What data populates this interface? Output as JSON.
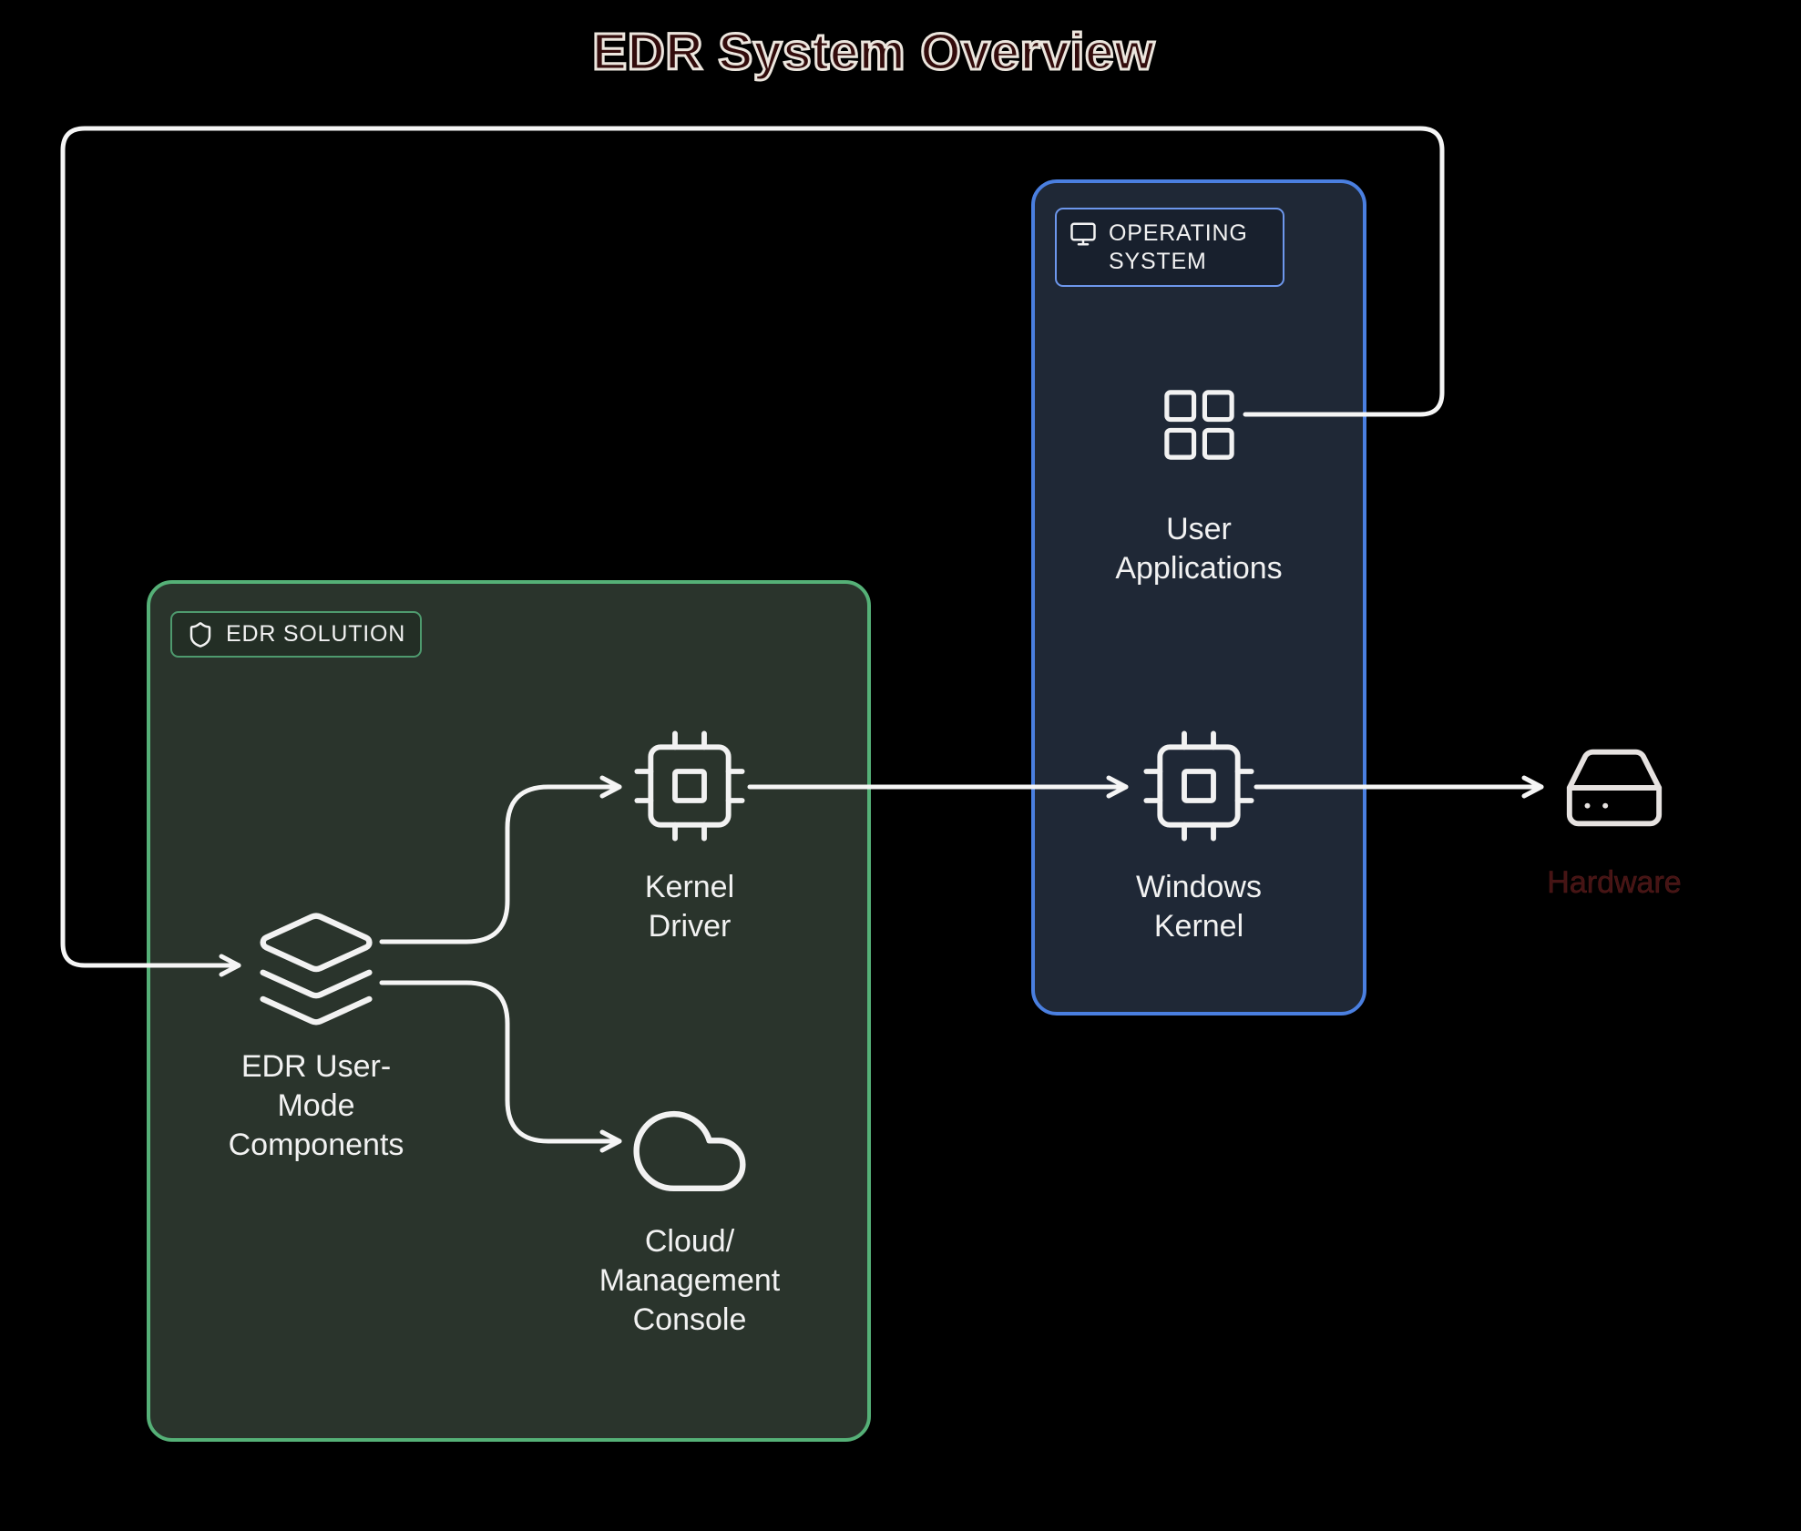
{
  "title": "EDR System Overview",
  "colors": {
    "background": "#000000",
    "os_border": "#4a7fe0",
    "os_fill": "#1f2836",
    "edr_border": "#55b077",
    "edr_fill": "#2a342c",
    "line": "#f5f5f5",
    "text": "#f2f2f2",
    "hardware_text": "#451414"
  },
  "groups": {
    "os": {
      "label": "OPERATING\nSYSTEM",
      "icon": "monitor-icon"
    },
    "edr": {
      "label": "EDR SOLUTION",
      "icon": "shield-icon"
    }
  },
  "nodes": {
    "user_apps": {
      "label": "User\nApplications",
      "icon": "layout-grid-icon"
    },
    "windows_kernel": {
      "label": "Windows\nKernel",
      "icon": "cpu-icon"
    },
    "kernel_driver": {
      "label": "Kernel\nDriver",
      "icon": "cpu-icon"
    },
    "edr_user_mode": {
      "label": "EDR User-\nMode\nComponents",
      "icon": "layers-icon"
    },
    "cloud_console": {
      "label": "Cloud/\nManagement\nConsole",
      "icon": "cloud-icon"
    },
    "hardware": {
      "label": "Hardware",
      "icon": "hard-drive-icon"
    }
  },
  "connections": [
    {
      "from": "user_apps",
      "to": "edr_user_mode"
    },
    {
      "from": "edr_user_mode",
      "to": "kernel_driver"
    },
    {
      "from": "edr_user_mode",
      "to": "cloud_console"
    },
    {
      "from": "kernel_driver",
      "to": "windows_kernel"
    },
    {
      "from": "windows_kernel",
      "to": "hardware"
    }
  ]
}
